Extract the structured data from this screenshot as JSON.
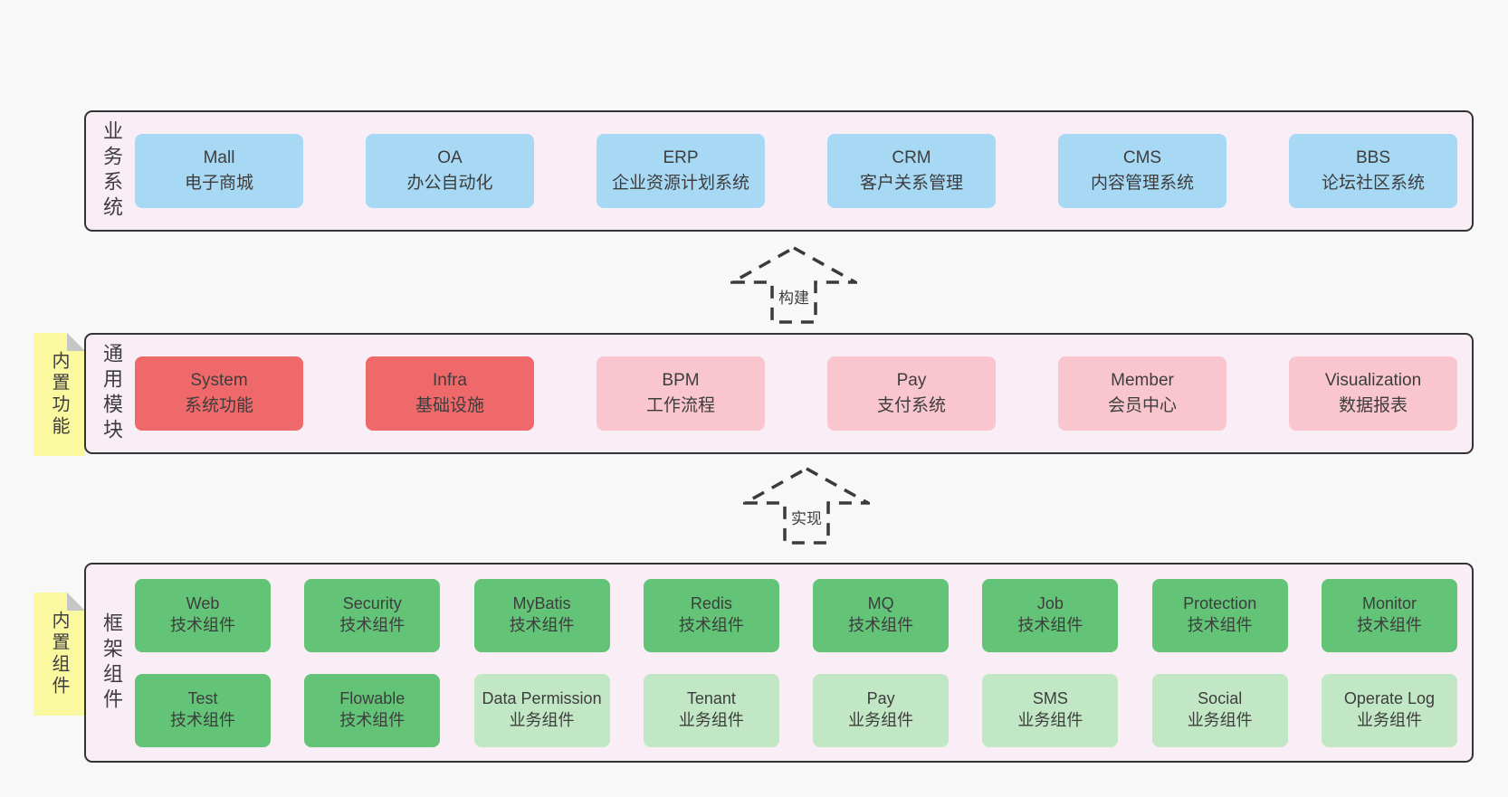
{
  "colors": {
    "page_bg": "#f8f8f8",
    "band_bg": "#f9eef6",
    "band_border": "#333333",
    "blue_box": "#a8d9f4",
    "red_box": "#f0696a",
    "pink_box": "#f9c6cf",
    "dark_green_box": "#63c377",
    "light_green_box": "#c2e7c4",
    "sticky_yellow": "#fbf9a0",
    "text": "#3d3d3d"
  },
  "arrows": [
    {
      "label": "构建"
    },
    {
      "label": "实现"
    }
  ],
  "bands": [
    {
      "label": "业务系统",
      "boxes": [
        {
          "title": "Mall",
          "subtitle": "电子商城"
        },
        {
          "title": "OA",
          "subtitle": "办公自动化"
        },
        {
          "title": "ERP",
          "subtitle": "企业资源计划系统"
        },
        {
          "title": "CRM",
          "subtitle": "客户关系管理"
        },
        {
          "title": "CMS",
          "subtitle": "内容管理系统"
        },
        {
          "title": "BBS",
          "subtitle": "论坛社区系统"
        }
      ]
    },
    {
      "label": "通用模块",
      "sticky": "内置功能",
      "boxes": [
        {
          "title": "System",
          "subtitle": "系统功能"
        },
        {
          "title": "Infra",
          "subtitle": "基础设施"
        },
        {
          "title": "BPM",
          "subtitle": "工作流程"
        },
        {
          "title": "Pay",
          "subtitle": "支付系统"
        },
        {
          "title": "Member",
          "subtitle": "会员中心"
        },
        {
          "title": "Visualization",
          "subtitle": "数据报表"
        }
      ]
    },
    {
      "label": "框架组件",
      "sticky": "内置组件",
      "rows": [
        [
          {
            "title": "Web",
            "subtitle": "技术组件"
          },
          {
            "title": "Security",
            "subtitle": "技术组件"
          },
          {
            "title": "MyBatis",
            "subtitle": "技术组件"
          },
          {
            "title": "Redis",
            "subtitle": "技术组件"
          },
          {
            "title": "MQ",
            "subtitle": "技术组件"
          },
          {
            "title": "Job",
            "subtitle": "技术组件"
          },
          {
            "title": "Protection",
            "subtitle": "技术组件"
          },
          {
            "title": "Monitor",
            "subtitle": "技术组件"
          }
        ],
        [
          {
            "title": "Test",
            "subtitle": "技术组件"
          },
          {
            "title": "Flowable",
            "subtitle": "技术组件"
          },
          {
            "title": "Data Permission",
            "subtitle": "业务组件"
          },
          {
            "title": "Tenant",
            "subtitle": "业务组件"
          },
          {
            "title": "Pay",
            "subtitle": "业务组件"
          },
          {
            "title": "SMS",
            "subtitle": "业务组件"
          },
          {
            "title": "Social",
            "subtitle": "业务组件"
          },
          {
            "title": "Operate Log",
            "subtitle": "业务组件"
          }
        ]
      ]
    }
  ]
}
